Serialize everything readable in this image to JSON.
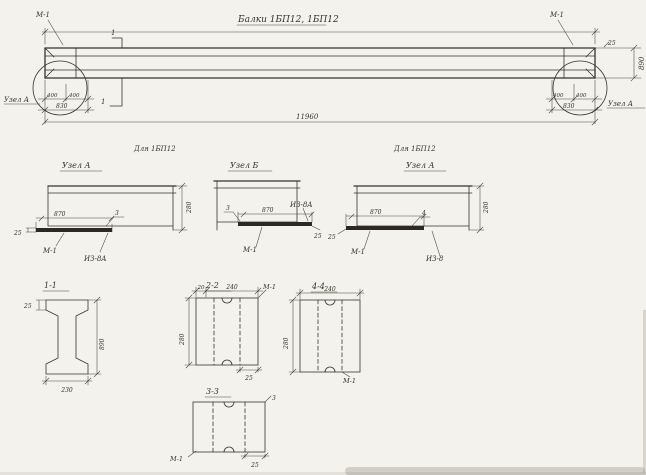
{
  "palette": {
    "paper": "#f4f2ec",
    "ink": "#36332d"
  },
  "title": "Балки 1БП12, 1БП12",
  "elevation": {
    "mark_left": "М-1",
    "mark_right": "М-1",
    "cut_top": "1",
    "cut_bottom": "1",
    "node_left": "Узел А",
    "node_right": "Узел А",
    "dim_left_a": "400",
    "dim_left_b": "400",
    "dim_left_total": "830",
    "dim_right_a": "400",
    "dim_right_b": "400",
    "dim_right_total": "830",
    "dim_total": "11960",
    "dim_height": "890",
    "dim_flange": "25"
  },
  "detail_a1": {
    "for_label": "Для 1БП12",
    "node_label": "Узел А",
    "dim_plate": "870",
    "dim_thk": "25",
    "cut_mark": "3",
    "mark": "М-1",
    "item": "ИЗ-8А",
    "dim_side": "280"
  },
  "detail_b": {
    "node_label": "Узел Б",
    "dim_plate": "870",
    "dim_thk": "25",
    "cut_mark": "3",
    "mark": "М-1",
    "item": "ИЗ-8А"
  },
  "detail_a2": {
    "for_label": "Для 1БП12",
    "node_label": "Узел А",
    "dim_plate": "870",
    "dim_thk": "25",
    "cut_mark": "4",
    "mark": "М-1",
    "item": "ИЗ-8",
    "dim_side": "280"
  },
  "section_11": {
    "label": "1-1",
    "dim_width": "230",
    "dim_height": "890",
    "dim_flange": "25"
  },
  "section_22": {
    "label": "2-2",
    "dim_a": "20",
    "dim_b": "240",
    "dim_side": "280",
    "dim_thk": "25",
    "mark": "М-1"
  },
  "section_44": {
    "label": "4-4",
    "dim_b": "240",
    "dim_side": "280",
    "mark": "М-1"
  },
  "section_33": {
    "label": "3-3",
    "dim_thk": "25",
    "cut_mark": "3",
    "mark": "М-1"
  }
}
